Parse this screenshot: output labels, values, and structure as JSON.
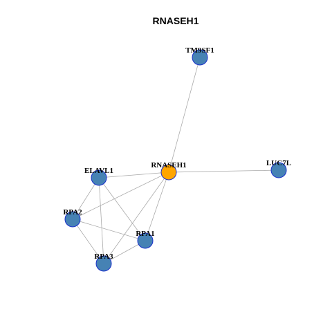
{
  "title": "RNASEH1",
  "colors": {
    "node_default": "#4682b4",
    "node_focus": "#ffa500",
    "node_border": "#1a2fcc",
    "edge": "#aaaaaa"
  },
  "nodes": [
    {
      "id": "TM9SF1",
      "label": "TM9SF1",
      "focus": false
    },
    {
      "id": "RNASEH1",
      "label": "RNASEH1",
      "focus": true
    },
    {
      "id": "LUC7L",
      "label": "LUC7L",
      "focus": false
    },
    {
      "id": "ELAVL1",
      "label": "ELAVL1",
      "focus": false
    },
    {
      "id": "RPA2",
      "label": "RPA2",
      "focus": false
    },
    {
      "id": "RPA1",
      "label": "RPA1",
      "focus": false
    },
    {
      "id": "RPA3",
      "label": "RPA3",
      "focus": false
    }
  ],
  "edges": [
    {
      "source": "RNASEH1",
      "target": "TM9SF1"
    },
    {
      "source": "RNASEH1",
      "target": "LUC7L"
    },
    {
      "source": "RNASEH1",
      "target": "ELAVL1"
    },
    {
      "source": "RNASEH1",
      "target": "RPA2"
    },
    {
      "source": "RNASEH1",
      "target": "RPA1"
    },
    {
      "source": "RNASEH1",
      "target": "RPA3"
    },
    {
      "source": "ELAVL1",
      "target": "RPA2"
    },
    {
      "source": "ELAVL1",
      "target": "RPA1"
    },
    {
      "source": "ELAVL1",
      "target": "RPA3"
    },
    {
      "source": "RPA2",
      "target": "RPA1"
    },
    {
      "source": "RPA2",
      "target": "RPA3"
    },
    {
      "source": "RPA1",
      "target": "RPA3"
    }
  ]
}
